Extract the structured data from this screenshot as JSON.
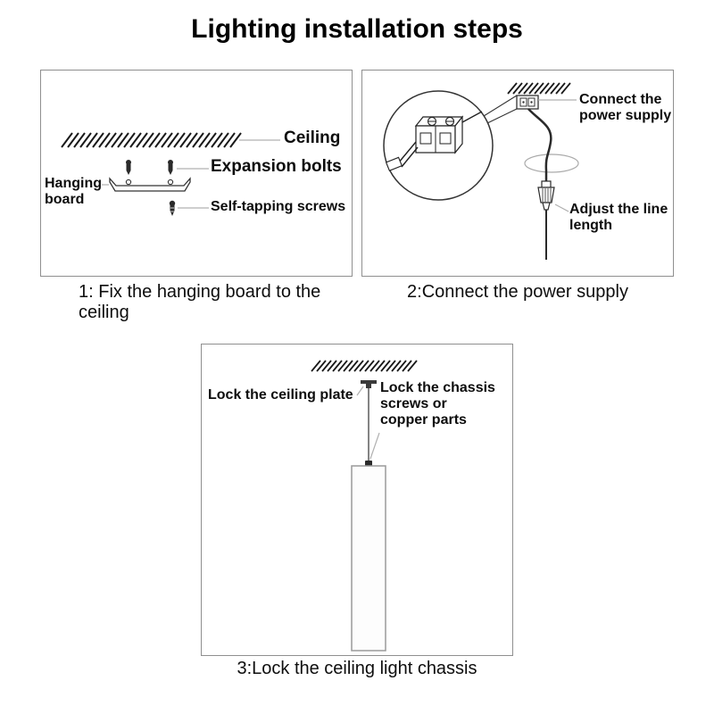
{
  "title": "Lighting installation steps",
  "steps": [
    {
      "caption": "1: Fix the hanging board to the ceiling",
      "labels": {
        "ceiling": "Ceiling",
        "expansion_bolts": "Expansion bolts",
        "hanging_board": "Hanging board",
        "self_tapping_screws": "Self-tapping screws"
      }
    },
    {
      "caption": "2:Connect the power supply",
      "labels": {
        "connect_power": "Connect the power supply",
        "adjust_line": "Adjust the line length"
      }
    },
    {
      "caption": "3:Lock the ceiling light chassis",
      "labels": {
        "lock_ceiling_plate": "Lock the ceiling plate",
        "lock_chassis": "Lock the chassis screws or copper parts"
      }
    }
  ],
  "colors": {
    "ink": "#1a1a1a",
    "panel_border": "#8f8f8f",
    "leader": "#b0b0b0"
  }
}
